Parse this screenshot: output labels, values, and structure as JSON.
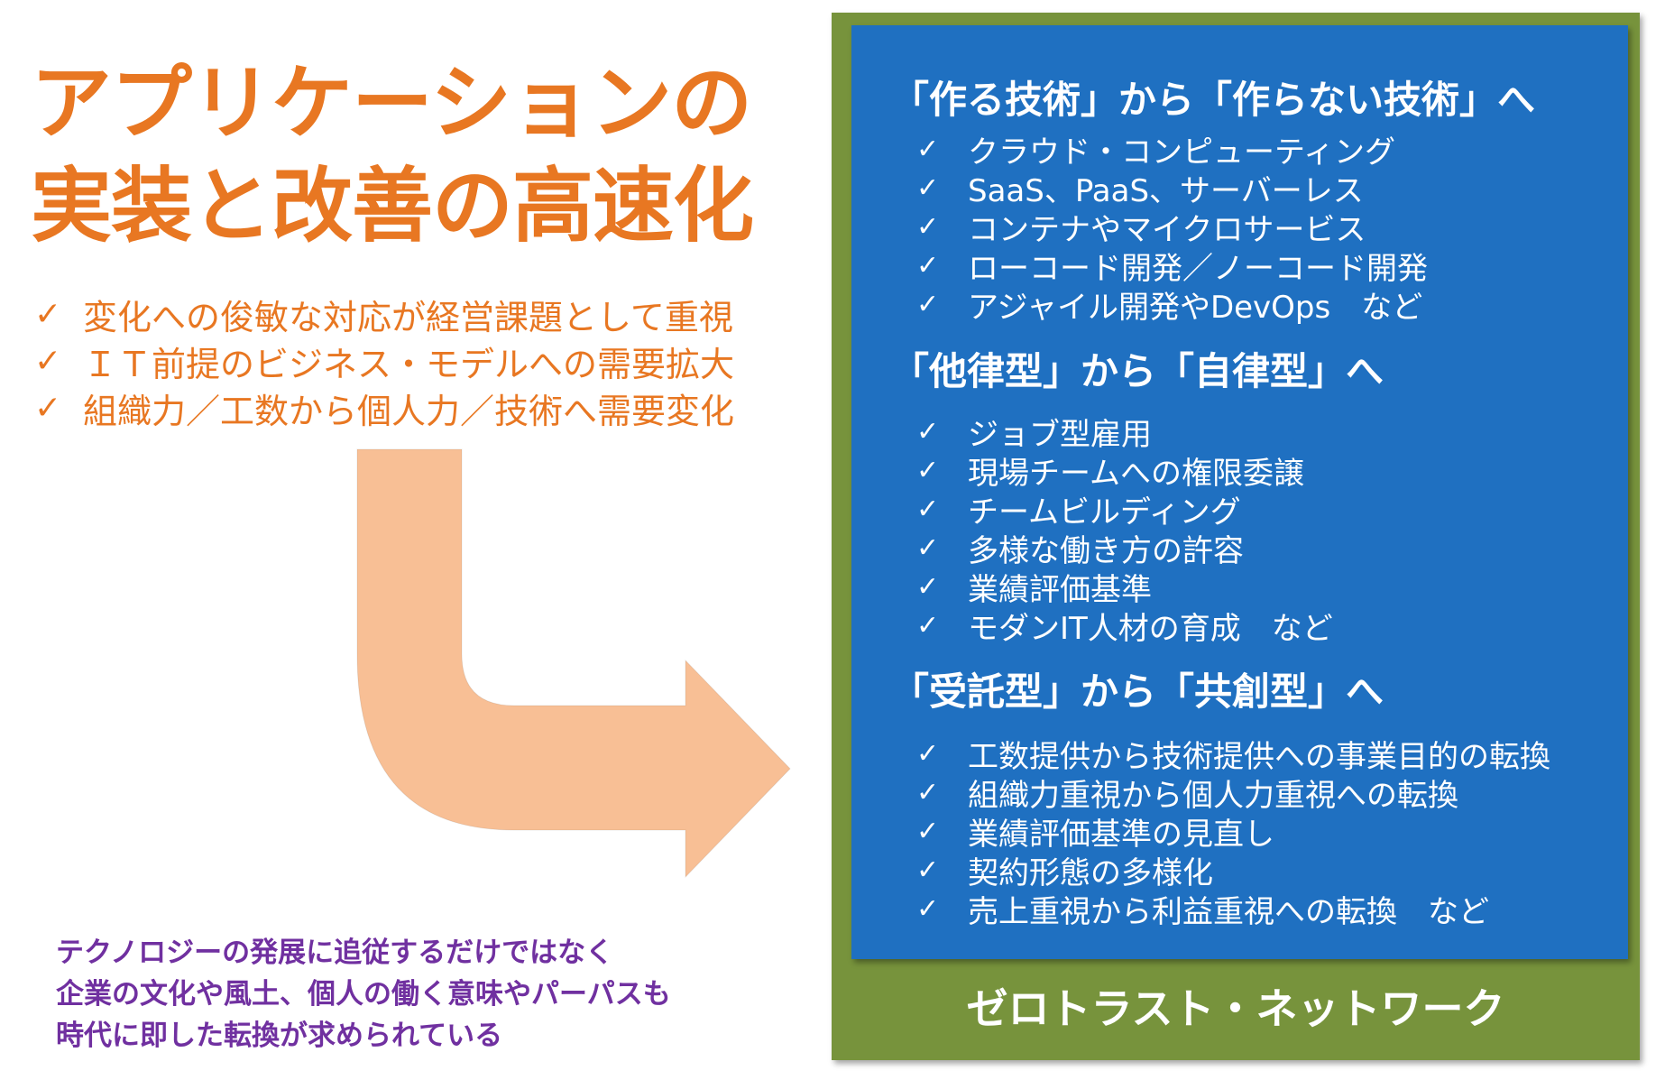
{
  "title": {
    "line1": "アプリケーションの",
    "line2": "実装と改善の高速化"
  },
  "check_glyph": "✓",
  "left_list": [
    "変化への俊敏な対応が経営課題として重視",
    "ＩＴ前提のビジネス・モデルへの需要拡大",
    "組織力／工数から個人力／技術へ需要変化"
  ],
  "bottom_note": {
    "line1": "テクノロジーの発展に追従するだけではなく",
    "line2": "企業の文化や風土、個人の働く意味やパーパスも",
    "line3": "時代に即した転換が求められている"
  },
  "sections": [
    {
      "heading": "「作る技術」から「作らない技術」へ",
      "items": [
        "クラウド・コンピューティング",
        "SaaS、PaaS、サーバーレス",
        "コンテナやマイクロサービス",
        "ローコード開発／ノーコード開発",
        "アジャイル開発やDevOps　など"
      ]
    },
    {
      "heading": "「他律型」から「自律型」へ",
      "items": [
        "ジョブ型雇用",
        "現場チームへの権限委譲",
        "チームビルディング",
        "多様な働き方の許容",
        "業績評価基準",
        "モダンIT人材の育成　など"
      ]
    },
    {
      "heading": "「受託型」から「共創型」へ",
      "items": [
        "工数提供から技術提供への事業目的の転換",
        "組織力重視から個人力重視への転換",
        "業績評価基準の見直し",
        "契約形態の多様化",
        "売上重視から利益重視への転換　など"
      ]
    }
  ],
  "frame_footer": "ゼロトラスト・ネットワーク",
  "colors": {
    "title_orange": "#E87722",
    "arrow_peach": "#F8BF95",
    "note_purple": "#7030A0",
    "frame_green": "#77933C",
    "panel_blue": "#1F70C1",
    "panel_text": "#FFFFFF"
  }
}
